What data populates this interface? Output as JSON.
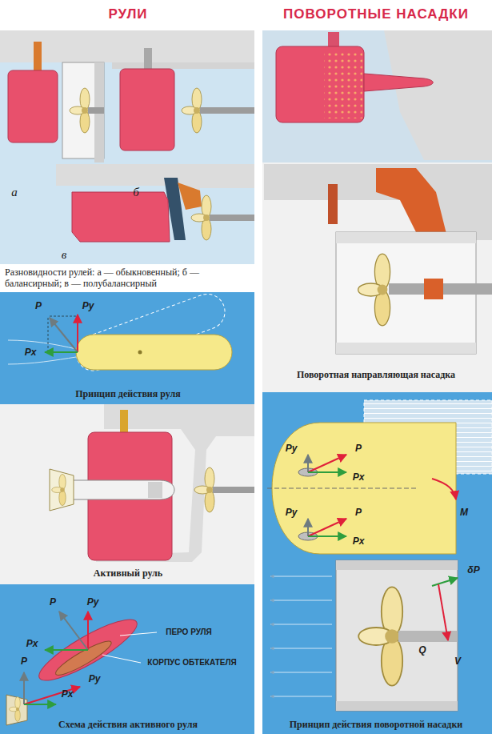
{
  "diagram": {
    "labels": [
      "РУЛИ",
      "ПОВОРОТНЫЕ НАСАДКИ",
      "а",
      "б",
      "в",
      "Разновидности рулей: а — обыкновенный; б — балансирный; в — полубалансирный",
      "P",
      "Py",
      "Px",
      "Принцип действия руля",
      "Активный руль",
      "P",
      "Py",
      "ПЕРО РУЛЯ",
      "Px",
      "P",
      "Py",
      "КОРПУС ОБТЕКАТЕЛЯ",
      "Px",
      "Схема действия активного руля",
      "Поворотная направляющая насадка",
      "Py",
      "P",
      "Px",
      "Py",
      "P",
      "Px",
      "M",
      "δP",
      "Q",
      "V",
      "Принцип действия поворотной насадки"
    ]
  }
}
